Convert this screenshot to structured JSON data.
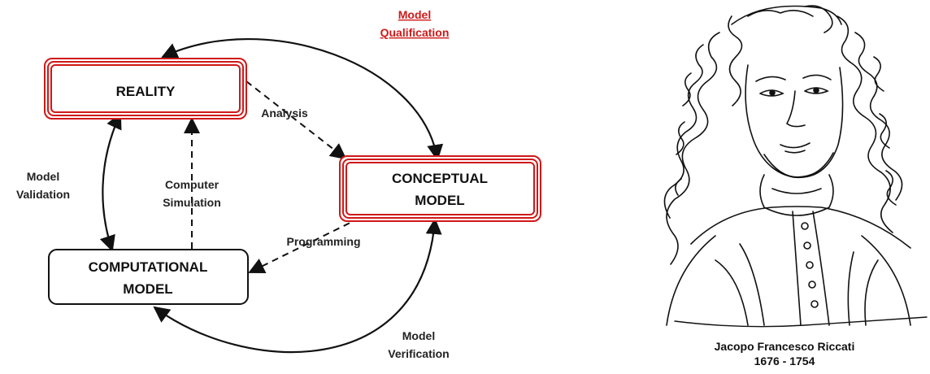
{
  "diagram": {
    "nodes": {
      "reality": "REALITY",
      "conceptual_line1": "CONCEPTUAL",
      "conceptual_line2": "MODEL",
      "computational_line1": "COMPUTATIONAL",
      "computational_line2": "MODEL"
    },
    "edges": {
      "qualification_line1": "Model",
      "qualification_line2": "Qualification",
      "analysis": "Analysis",
      "simulation_line1": "Computer",
      "simulation_line2": "Simulation",
      "validation_line1": "Model",
      "validation_line2": "Validation",
      "programming": "Programming",
      "verification_line1": "Model",
      "verification_line2": "Verification"
    },
    "colors": {
      "highlight": "#d01818",
      "line": "#111111"
    }
  },
  "portrait": {
    "icon": "engraved-portrait",
    "name": "Jacopo Francesco Riccati",
    "years": "1676 - 1754"
  }
}
